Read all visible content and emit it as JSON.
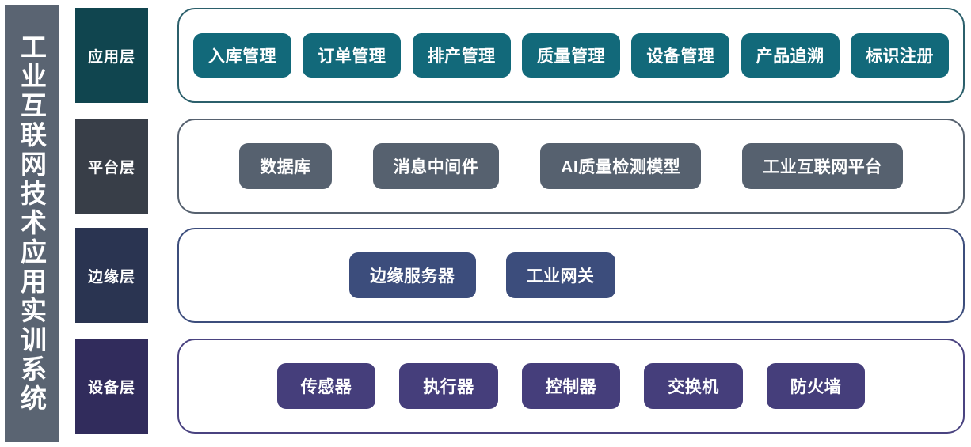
{
  "title": {
    "text": "工业互联网技术应用实训系统"
  },
  "colors": {
    "title_bar": "#5a6472",
    "app_label": "#10454f",
    "plat_label": "#383e48",
    "edge_label": "#2a3451",
    "dev_label": "#312c5c",
    "app_pill": "#12697a",
    "plat_pill": "#56616f",
    "edge_pill": "#3c4d7c",
    "dev_pill": "#453e7b",
    "app_border": "#2b5f6b",
    "plat_border": "#56616f",
    "edge_border": "#3c4d7c",
    "dev_border": "#4a4380"
  },
  "layers": [
    {
      "id": "application",
      "label": "应用层",
      "items": [
        "入库管理",
        "订单管理",
        "排产管理",
        "质量管理",
        "设备管理",
        "产品追溯",
        "标识注册"
      ]
    },
    {
      "id": "platform",
      "label": "平台层",
      "items": [
        "数据库",
        "消息中间件",
        "AI质量检测模型",
        "工业互联网平台"
      ]
    },
    {
      "id": "edge",
      "label": "边缘层",
      "items": [
        "边缘服务器",
        "工业网关"
      ]
    },
    {
      "id": "device",
      "label": "设备层",
      "items": [
        "传感器",
        "执行器",
        "控制器",
        "交换机",
        "防火墙"
      ]
    }
  ]
}
